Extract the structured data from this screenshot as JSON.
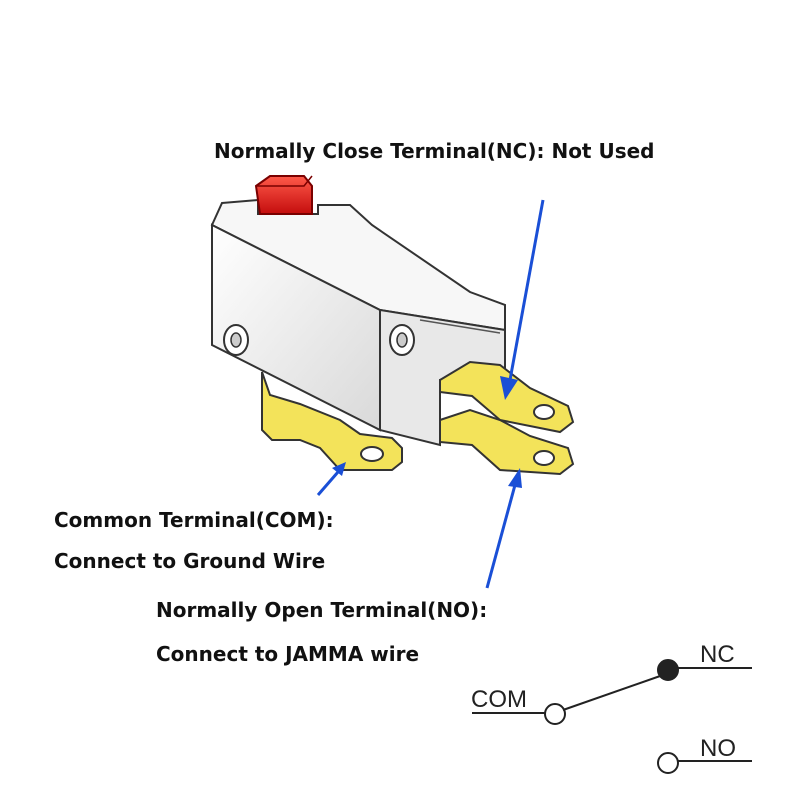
{
  "labels": {
    "nc": "Normally Close Terminal(NC): Not Used",
    "com_title": "Common Terminal(COM):",
    "com_desc": "Connect to Ground Wire",
    "no_title": "Normally Open Terminal(NO):",
    "no_desc": "Connect to JAMMA wire"
  },
  "schematic": {
    "nc": "NC",
    "com": "COM",
    "no": "NO"
  },
  "colors": {
    "arrow": "#1a4fd6",
    "terminal": "#f3e35a",
    "plunger": "#e21a1a",
    "body": "#f2f2f2",
    "outline": "#333333"
  }
}
